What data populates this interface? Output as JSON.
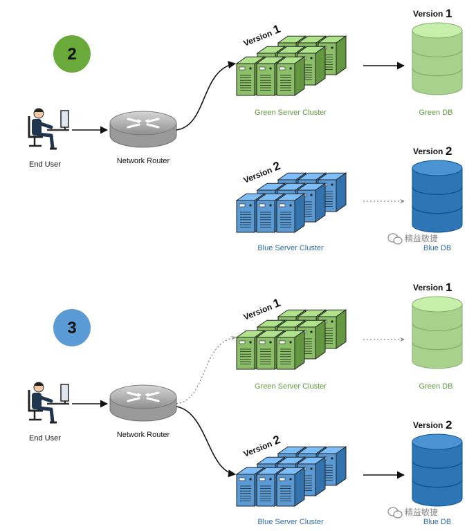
{
  "colors": {
    "green_server": "#8cc068",
    "green_server_dark": "#5e9a3c",
    "blue_server": "#5b9bd5",
    "blue_server_dark": "#2f6ea8",
    "green_db": "#a9d18e",
    "blue_db": "#2e75b6",
    "step2_badge": "#6aaa3a",
    "step3_badge": "#5b9bd5",
    "router": "#b0b0b0",
    "arrow": "#111111"
  },
  "panels": [
    {
      "step": "2",
      "end_user_label": "End User",
      "router_label": "Network Router",
      "green_cluster": {
        "version_word": "Version",
        "version_num": "1",
        "label": "Green Server Cluster",
        "active": true
      },
      "blue_cluster": {
        "version_word": "Version",
        "version_num": "2",
        "label": "Blue Server Cluster",
        "active": false
      },
      "green_db": {
        "version_word": "Version",
        "version_num": "1",
        "label": "Green DB",
        "link_active": true
      },
      "blue_db": {
        "version_word": "Version",
        "version_num": "2",
        "label": "Blue DB",
        "link_active": false
      },
      "watermark": "精益敏捷"
    },
    {
      "step": "3",
      "end_user_label": "End User",
      "router_label": "Network Router",
      "green_cluster": {
        "version_word": "Version",
        "version_num": "1",
        "label": "Green Server Cluster",
        "active": false
      },
      "blue_cluster": {
        "version_word": "Version",
        "version_num": "2",
        "label": "Blue Server Cluster",
        "active": true
      },
      "green_db": {
        "version_word": "Version",
        "version_num": "1",
        "label": "Green DB",
        "link_active": false
      },
      "blue_db": {
        "version_word": "Version",
        "version_num": "2",
        "label": "Blue DB",
        "link_active": true
      },
      "watermark": "精益敏捷"
    }
  ]
}
